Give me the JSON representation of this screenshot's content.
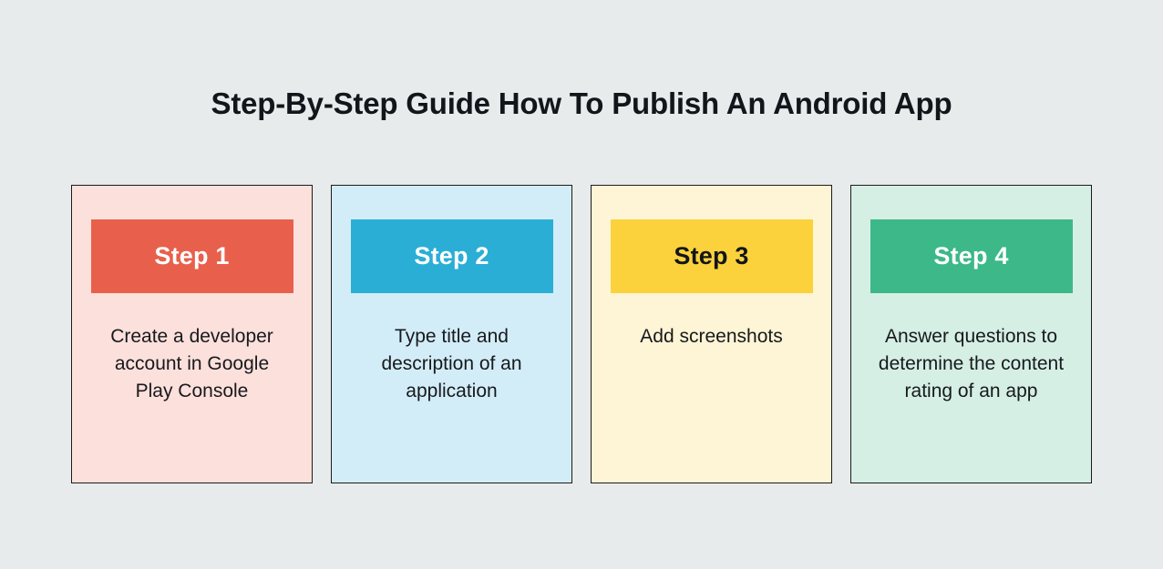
{
  "page": {
    "background_color": "#e8ebec",
    "title": "Step-By-Step Guide How To Publish An Android App",
    "title_color": "#12161a"
  },
  "cards": [
    {
      "step_label": "Step 1",
      "description": "Create a developer account in Google Play Console",
      "card_bg": "#fce0dc",
      "band_bg": "#e8604c",
      "band_text_color": "#ffffff",
      "border_color": "#1b1b1b",
      "body_text_color": "#17191c"
    },
    {
      "step_label": "Step 2",
      "description": "Type title and description of an application",
      "card_bg": "#d3edf8",
      "band_bg": "#2baed5",
      "band_text_color": "#ffffff",
      "border_color": "#1b1b1b",
      "body_text_color": "#17191c"
    },
    {
      "step_label": "Step 3",
      "description": "Add screenshots",
      "card_bg": "#fdf5d5",
      "band_bg": "#fcd23c",
      "band_text_color": "#12161a",
      "border_color": "#1b1b1b",
      "body_text_color": "#17191c"
    },
    {
      "step_label": "Step 4",
      "description": "Answer questions to determine the content rating of an app",
      "card_bg": "#d5efe5",
      "band_bg": "#3db888",
      "band_text_color": "#ffffff",
      "border_color": "#1b1b1b",
      "body_text_color": "#17191c"
    }
  ]
}
